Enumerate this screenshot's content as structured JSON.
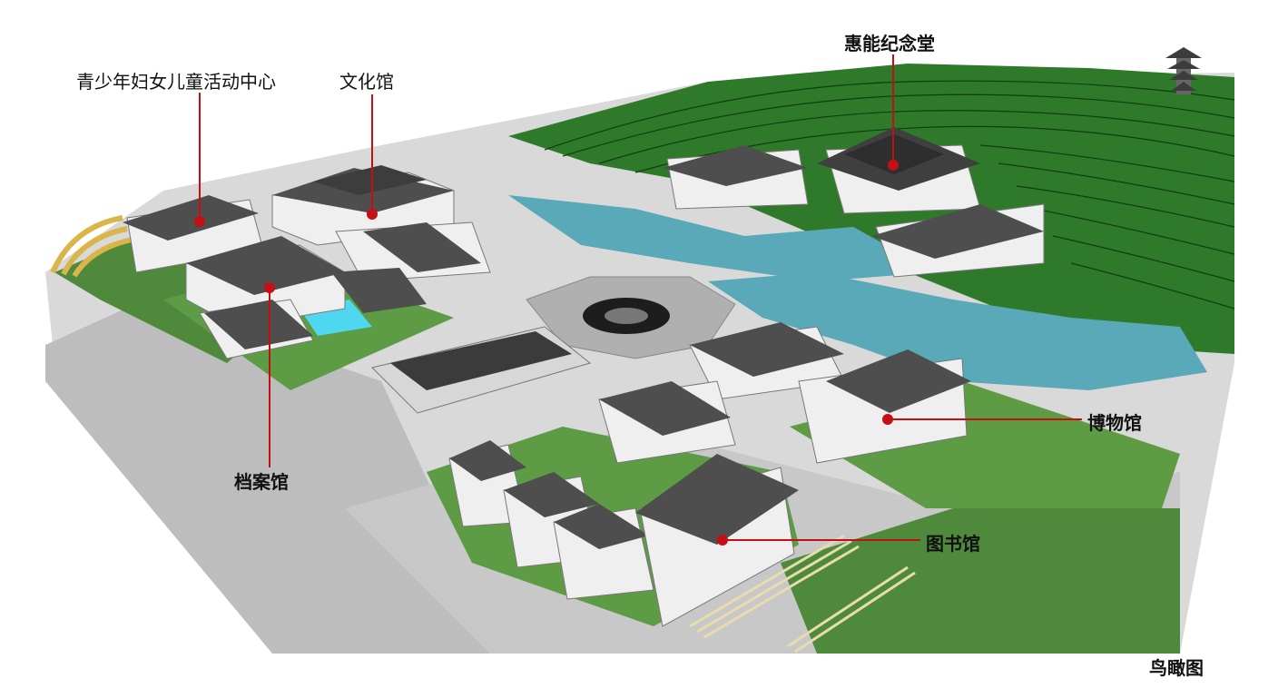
{
  "labels": {
    "youth_center": "青少年妇女儿童活动中心",
    "culture_hall": "文化馆",
    "memorial_hall": "惠能纪念堂",
    "museum": "博物馆",
    "archives": "档案馆",
    "library": "图书馆",
    "caption": "鸟瞰图"
  },
  "colors": {
    "leader_line": "#c40f14",
    "lawn": "#4f8a3c",
    "hill": "#2f7a2a",
    "water": "#5aa9b8",
    "roof": "#4e4e4e",
    "wall": "#f2f2f2",
    "paving": "#b9b9b9"
  }
}
